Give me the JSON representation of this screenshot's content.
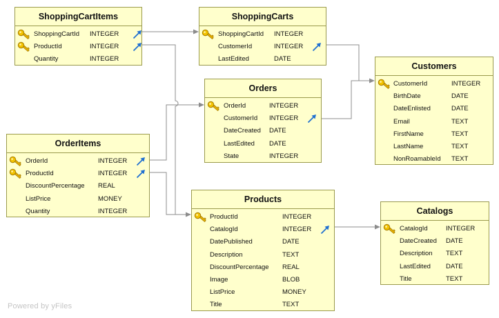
{
  "entities": {
    "shopping_cart_items": {
      "title": "ShoppingCartItems",
      "rows": [
        {
          "name": "ShoppingCartId",
          "type": "INTEGER",
          "pk": true,
          "fk": true
        },
        {
          "name": "ProductId",
          "type": "INTEGER",
          "pk": true,
          "fk": true
        },
        {
          "name": "Quantity",
          "type": "INTEGER",
          "pk": false,
          "fk": false
        }
      ]
    },
    "shopping_carts": {
      "title": "ShoppingCarts",
      "rows": [
        {
          "name": "ShoppingCartId",
          "type": "INTEGER",
          "pk": true,
          "fk": false
        },
        {
          "name": "CustomerId",
          "type": "INTEGER",
          "pk": false,
          "fk": true
        },
        {
          "name": "LastEdited",
          "type": "DATE",
          "pk": false,
          "fk": false
        }
      ]
    },
    "customers": {
      "title": "Customers",
      "rows": [
        {
          "name": "CustomerId",
          "type": "INTEGER",
          "pk": true,
          "fk": false
        },
        {
          "name": "BirthDate",
          "type": "DATE",
          "pk": false,
          "fk": false
        },
        {
          "name": "DateEnlisted",
          "type": "DATE",
          "pk": false,
          "fk": false
        },
        {
          "name": "Email",
          "type": "TEXT",
          "pk": false,
          "fk": false
        },
        {
          "name": "FirstName",
          "type": "TEXT",
          "pk": false,
          "fk": false
        },
        {
          "name": "LastName",
          "type": "TEXT",
          "pk": false,
          "fk": false
        },
        {
          "name": "NonRoamableId",
          "type": "TEXT",
          "pk": false,
          "fk": false
        }
      ]
    },
    "orders": {
      "title": "Orders",
      "rows": [
        {
          "name": "OrderId",
          "type": "INTEGER",
          "pk": true,
          "fk": false
        },
        {
          "name": "CustomerId",
          "type": "INTEGER",
          "pk": false,
          "fk": true
        },
        {
          "name": "DateCreated",
          "type": "DATE",
          "pk": false,
          "fk": false
        },
        {
          "name": "LastEdited",
          "type": "DATE",
          "pk": false,
          "fk": false
        },
        {
          "name": "State",
          "type": "INTEGER",
          "pk": false,
          "fk": false
        }
      ]
    },
    "order_items": {
      "title": "OrderItems",
      "rows": [
        {
          "name": "OrderId",
          "type": "INTEGER",
          "pk": true,
          "fk": true
        },
        {
          "name": "ProductId",
          "type": "INTEGER",
          "pk": true,
          "fk": true
        },
        {
          "name": "DiscountPercentage",
          "type": "REAL",
          "pk": false,
          "fk": false
        },
        {
          "name": "ListPrice",
          "type": "MONEY",
          "pk": false,
          "fk": false
        },
        {
          "name": "Quantity",
          "type": "INTEGER",
          "pk": false,
          "fk": false
        }
      ]
    },
    "products": {
      "title": "Products",
      "rows": [
        {
          "name": "ProductId",
          "type": "INTEGER",
          "pk": true,
          "fk": false
        },
        {
          "name": "CatalogId",
          "type": "INTEGER",
          "pk": false,
          "fk": true
        },
        {
          "name": "DatePublished",
          "type": "DATE",
          "pk": false,
          "fk": false
        },
        {
          "name": "Description",
          "type": "TEXT",
          "pk": false,
          "fk": false
        },
        {
          "name": "DiscountPercentage",
          "type": "REAL",
          "pk": false,
          "fk": false
        },
        {
          "name": "Image",
          "type": "BLOB",
          "pk": false,
          "fk": false
        },
        {
          "name": "ListPrice",
          "type": "MONEY",
          "pk": false,
          "fk": false
        },
        {
          "name": "Title",
          "type": "TEXT",
          "pk": false,
          "fk": false
        }
      ]
    },
    "catalogs": {
      "title": "Catalogs",
      "rows": [
        {
          "name": "CatalogId",
          "type": "INTEGER",
          "pk": true,
          "fk": false
        },
        {
          "name": "DateCreated",
          "type": "DATE",
          "pk": false,
          "fk": false
        },
        {
          "name": "Description",
          "type": "TEXT",
          "pk": false,
          "fk": false
        },
        {
          "name": "LastEdited",
          "type": "DATE",
          "pk": false,
          "fk": false
        },
        {
          "name": "Title",
          "type": "TEXT",
          "pk": false,
          "fk": false
        }
      ]
    }
  },
  "relationships": [
    {
      "from": "shopping_cart_items",
      "to": "shopping_carts"
    },
    {
      "from": "shopping_cart_items",
      "to": "products"
    },
    {
      "from": "shopping_carts",
      "to": "customers"
    },
    {
      "from": "orders",
      "to": "customers"
    },
    {
      "from": "order_items",
      "to": "orders"
    },
    {
      "from": "order_items",
      "to": "products"
    },
    {
      "from": "products",
      "to": "catalogs"
    }
  ],
  "watermark": "Powered by yFiles",
  "colors": {
    "table_fill": "#ffffcc",
    "table_border": "#9a9a4c",
    "edge": "#8c8c8c",
    "key_icon": "#e8b100",
    "fk_icon": "#1f6fd1",
    "watermark": "#c4c4c4"
  }
}
